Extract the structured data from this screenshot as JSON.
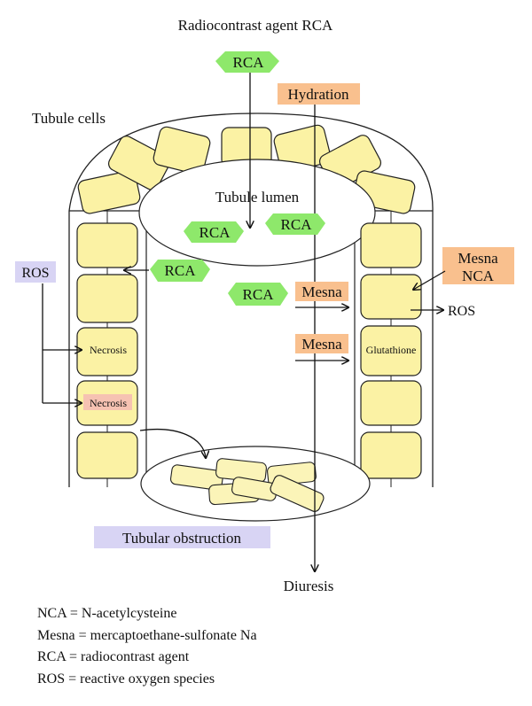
{
  "title": "Radiocontrast agent RCA",
  "labels": {
    "tubule_cells": "Tubule cells",
    "tubule_lumen": "Tubule lumen",
    "hydration": "Hydration",
    "rca": "RCA",
    "ros": "ROS",
    "mesna": "Mesna",
    "mesna_nca": [
      "Mesna",
      "NCA"
    ],
    "necrosis": "Necrosis",
    "glutathione": "Glutathione",
    "tubular_obstruction": "Tubular obstruction",
    "diuresis": "Diuresis"
  },
  "legend": [
    "NCA = N-acetylcysteine",
    "Mesna = mercaptoethane-sulfonate Na",
    "RCA = radiocontrast agent",
    "ROS = reactive oxygen species"
  ],
  "colors": {
    "rca_green": "#8ee86b",
    "hydration_orange": "#f9c08e",
    "ros_lavender": "#d8d4f4",
    "cell_yellow": "#fbf2a4",
    "necrosis_pink": "#f6c2b2"
  }
}
